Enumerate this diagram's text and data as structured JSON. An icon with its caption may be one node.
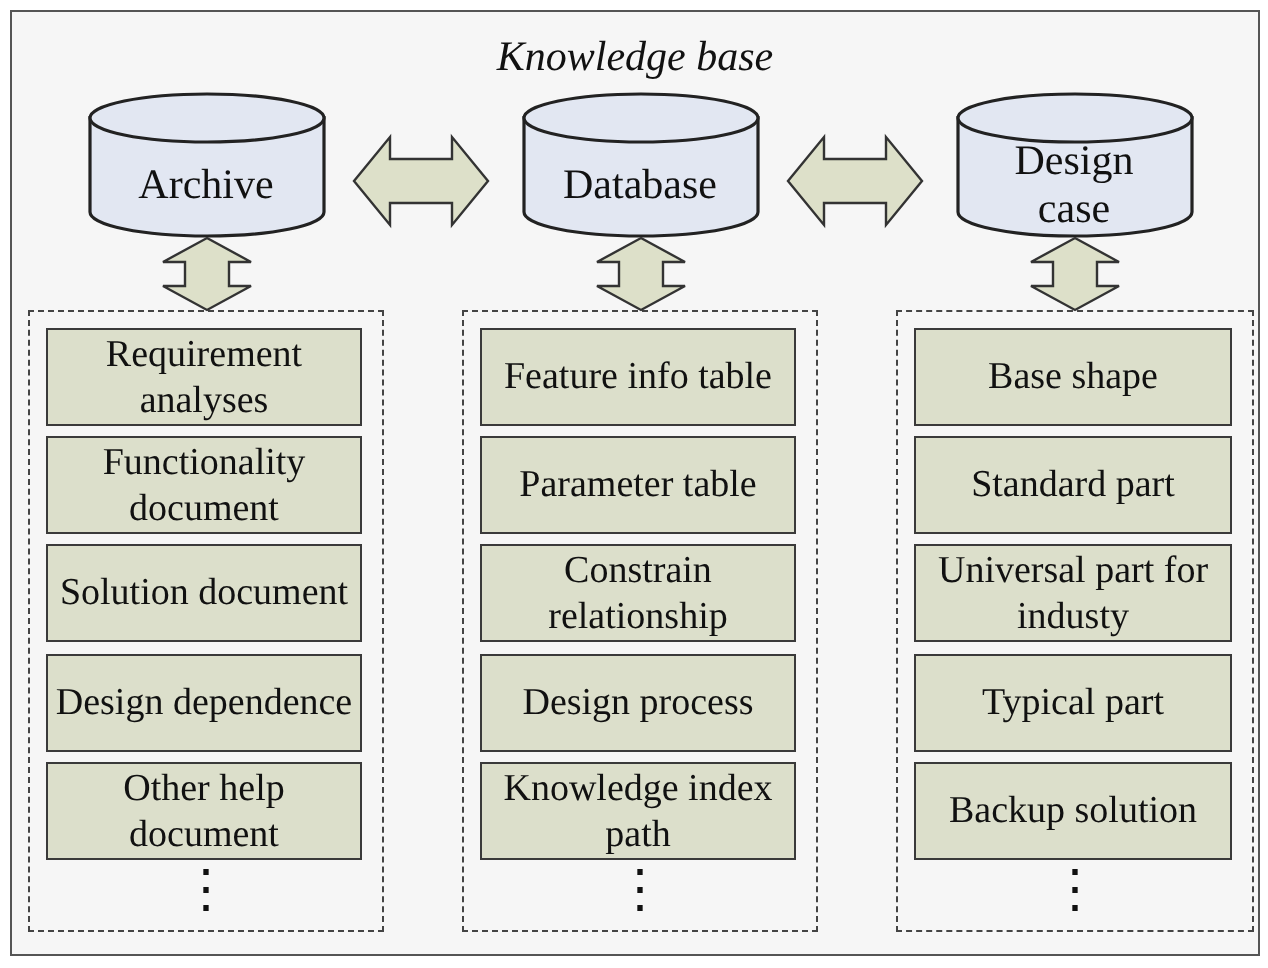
{
  "diagram": {
    "nodes": [
      {
        "text": [
          "Knowledge base"
        ]
      },
      {
        "text": [
          "Archive"
        ],
        "in": 0
      },
      {
        "text": [
          "Database"
        ],
        "in": 0
      },
      {
        "text": [
          "Design case"
        ],
        "in": 0
      },
      {
        "text": [],
        "shape": "box",
        "in": 0
      },
      {
        "text": [
          "Requirement analyses"
        ],
        "in": 4
      },
      {
        "text": [
          "Functionality document"
        ],
        "in": 4
      },
      {
        "text": [
          "Solution document"
        ],
        "in": 4
      },
      {
        "text": [
          "Design dependence"
        ],
        "in": 4
      },
      {
        "text": [
          "Other help document"
        ],
        "in": 4
      },
      {
        "text": [],
        "shape": "box",
        "in": 0
      },
      {
        "text": [
          "Feature info table"
        ],
        "in": 10
      },
      {
        "text": [
          "Parameter table"
        ],
        "in": 10
      },
      {
        "text": [
          "Constrain relationship"
        ],
        "in": 10
      },
      {
        "text": [
          "Design process"
        ],
        "in": 10
      },
      {
        "text": [
          "Knowledge index path"
        ],
        "in": 10
      },
      {
        "text": [],
        "shape": "box",
        "in": 0
      },
      {
        "text": [
          "Base shape"
        ],
        "in": 16
      },
      {
        "text": [
          "Standard part"
        ],
        "in": 16
      },
      {
        "text": [
          "Universal part for industy"
        ],
        "in": 16
      },
      {
        "text": [
          "Typical part"
        ],
        "in": 16
      },
      {
        "text": [
          "Backup solution"
        ],
        "in": 16
      }
    ],
    "edges": [
      {
        "from": 1,
        "to": 2,
        "arrow": "both"
      },
      {
        "from": 2,
        "to": 3,
        "arrow": "both"
      },
      {
        "from": 1,
        "to": 4,
        "arrow": "both"
      },
      {
        "from": 2,
        "to": 10,
        "arrow": "both"
      },
      {
        "from": 3,
        "to": 16,
        "arrow": "both"
      }
    ],
    "labels": [
      "⋮",
      "⋮",
      "⋮"
    ]
  }
}
